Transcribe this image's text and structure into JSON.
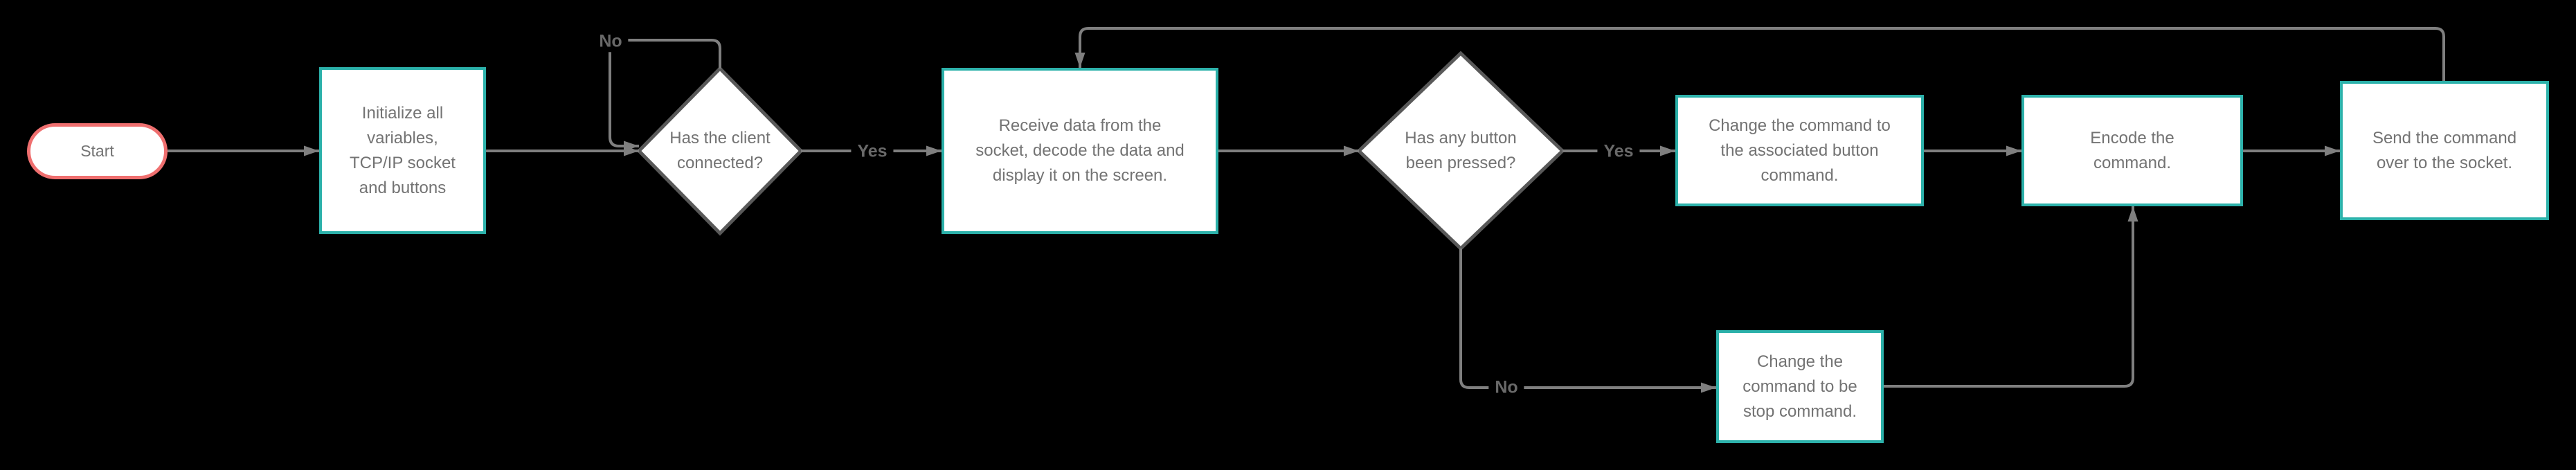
{
  "diagram_type": "flowchart",
  "colors": {
    "teal": "#2cb1aa",
    "red": "#ef6f6f",
    "line": "#7f7f7f",
    "text": "#737373",
    "label": "#696969",
    "diamond_border": "#595959",
    "fill": "#ffffff",
    "bg": "#000000"
  },
  "nodes": {
    "start": {
      "shape": "terminator",
      "label": "Start"
    },
    "initialize": {
      "shape": "process",
      "label": "Initialize all\nvariables,\nTCP/IP socket\nand buttons"
    },
    "client_connected": {
      "shape": "decision",
      "label": "Has the client\nconnected?"
    },
    "receive_data": {
      "shape": "process",
      "label": "Receive data from the\nsocket, decode the data and\ndisplay it on the screen."
    },
    "button_pressed": {
      "shape": "decision",
      "label": "Has any button\nbeen pressed?"
    },
    "change_button_command": {
      "shape": "process",
      "label": "Change the command to\nthe associated button\ncommand."
    },
    "encode_command": {
      "shape": "process",
      "label": "Encode the\ncommand."
    },
    "send_command": {
      "shape": "process",
      "label": "Send the command\nover to the socket."
    },
    "stop_command": {
      "shape": "process",
      "label": "Change the\ncommand to be\nstop command."
    }
  },
  "edge_labels": {
    "client_connected_no": "No",
    "client_connected_yes": "Yes",
    "button_pressed_yes": "Yes",
    "button_pressed_no": "No"
  }
}
